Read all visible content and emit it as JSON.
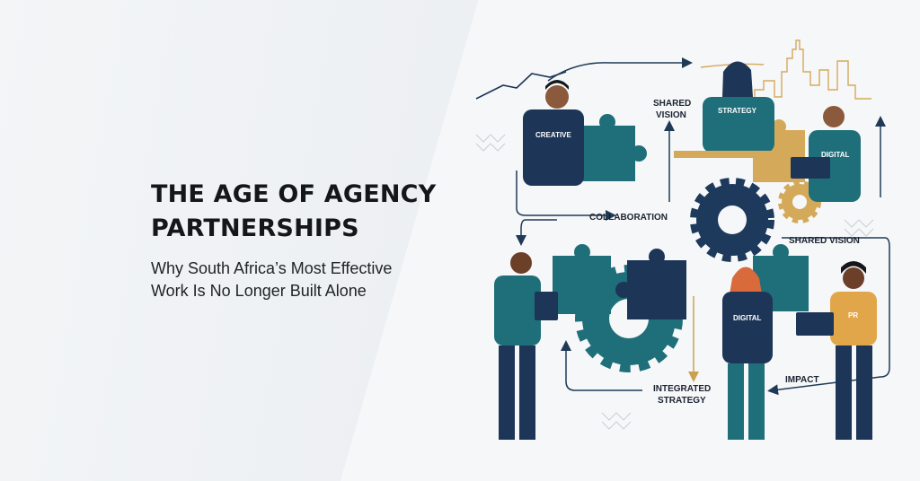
{
  "headline": {
    "line1": "THE AGE OF AGENCY",
    "line2": "PARTNERSHIPS"
  },
  "subheadline": {
    "line1": "Why South Africa’s Most Effective",
    "line2": "Work Is No Longer Built Alone"
  },
  "illustration": {
    "flow_labels": {
      "shared_vision_top_1": "SHARED",
      "shared_vision_top_2": "VISION",
      "collaboration": "COLLABORATION",
      "shared_vision_right": "SHARED VISION",
      "impact": "IMPACT",
      "integrated_strategy_1": "INTEGRATED",
      "integrated_strategy_2": "STRATEGY"
    },
    "role_tags": {
      "creative": "CREATIVE",
      "strategy": "STRATEGY",
      "digital_top": "DIGITAL",
      "digital_center": "DIGITAL",
      "pr": "PR"
    },
    "colors": {
      "navy": "#1d3557",
      "teal": "#1f6f7a",
      "gold": "#d4aa5a",
      "dark": "#14161b",
      "gear": "#1d3a5c"
    }
  }
}
